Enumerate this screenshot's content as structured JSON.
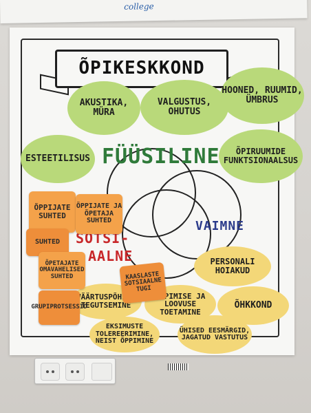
{
  "title": "ÕPIKESKKOND",
  "top_paper_text": "college",
  "categories": {
    "physical": "FÜÜSILINE",
    "mental": "VAIMNE",
    "social_1": "SOTSI-",
    "social_2": "AALNE"
  },
  "green_bubbles": [
    "AKUSTIKA, MÜRA",
    "VALGUSTUS, OHUTUS",
    "HOONED, RUUMID, ÜMBRUS",
    "ESTEETILISUS",
    "ÕPIRUUMIDE FUNKTSIONAALSUS"
  ],
  "yellow_bubbles": [
    "PERSONALI HOIAKUD",
    "ÕHKKOND",
    "VÄÄRTUSPÕHINE TEGUTSEMINE",
    "ÕPPIMISE JA LOOVUSE TOETAMINE",
    "EKSIMUSTE TOLEREERIMINE, NEIST ÕPPIMINE",
    "ÜHISED EESMÄRGID, JAGATUD VASTUTUS"
  ],
  "orange_notes": [
    "ÕPPIJATE SUHTED",
    "ÕPPIJATE JA ÕPETAJA SUHTED",
    "SUHTED",
    "ÕPETAJATE OMAVAHELISED SUHTED",
    "GRUPIPROTSESSID",
    "KAASLASTE SOTSIAALNE TUGI"
  ],
  "colors": {
    "green": "#b9d97a",
    "yellow": "#f3d778",
    "orange": "#f4a24a",
    "physical_text": "#2f7a3a",
    "mental_text": "#2a3a8a",
    "social_text": "#c8282a"
  }
}
